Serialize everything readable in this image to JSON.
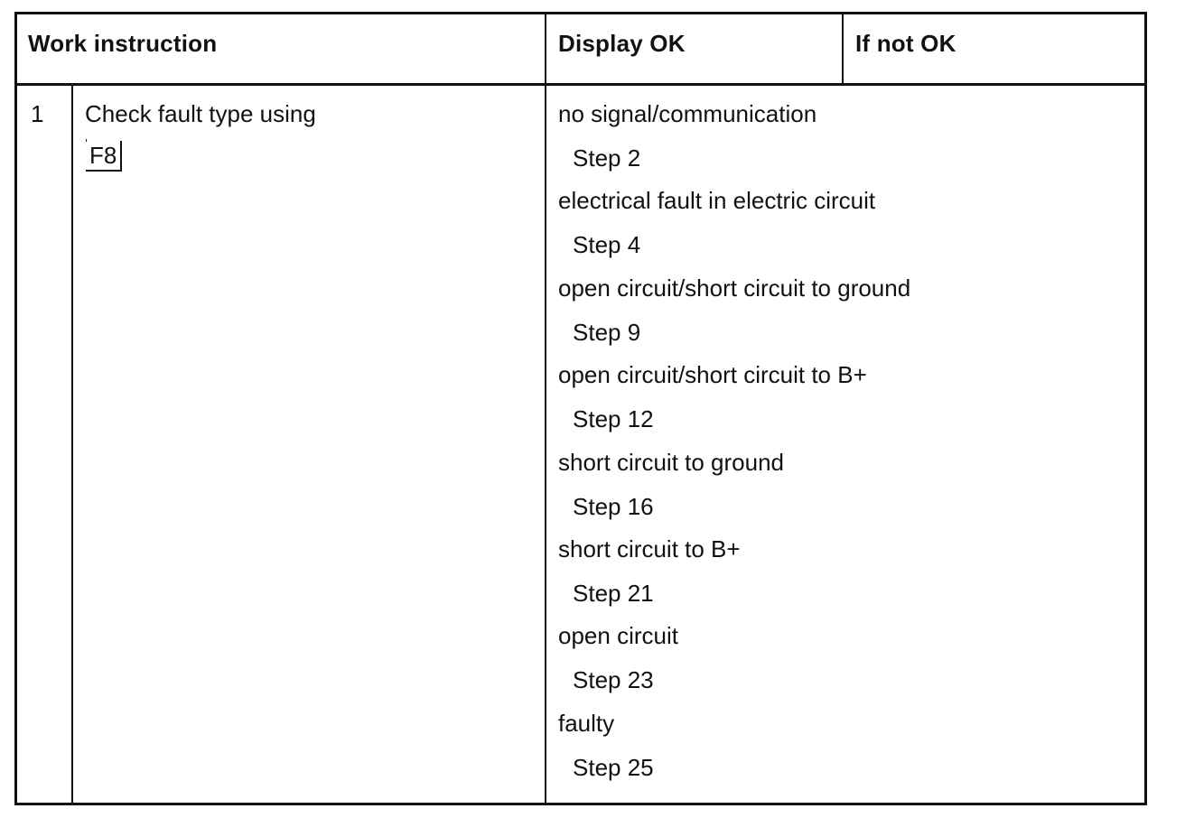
{
  "header": {
    "work_instruction": "Work instruction",
    "display_ok": "Display OK",
    "if_not_ok": "If not OK"
  },
  "row": {
    "number": "1",
    "instruction": "Check fault type using",
    "key_label": "F8",
    "display_items": [
      {
        "condition": "no signal/communication",
        "step": "Step 2"
      },
      {
        "condition": "electrical fault in electric circuit",
        "step": "Step 4"
      },
      {
        "condition": "open circuit/short circuit to ground",
        "step": "Step 9"
      },
      {
        "condition": "open circuit/short circuit to B+",
        "step": "Step 12"
      },
      {
        "condition": "short circuit to ground",
        "step": "Step 16"
      },
      {
        "condition": "short circuit to B+",
        "step": "Step 21"
      },
      {
        "condition": "open circuit",
        "step": "Step 23"
      },
      {
        "condition": "faulty",
        "step": "Step 25"
      }
    ]
  }
}
